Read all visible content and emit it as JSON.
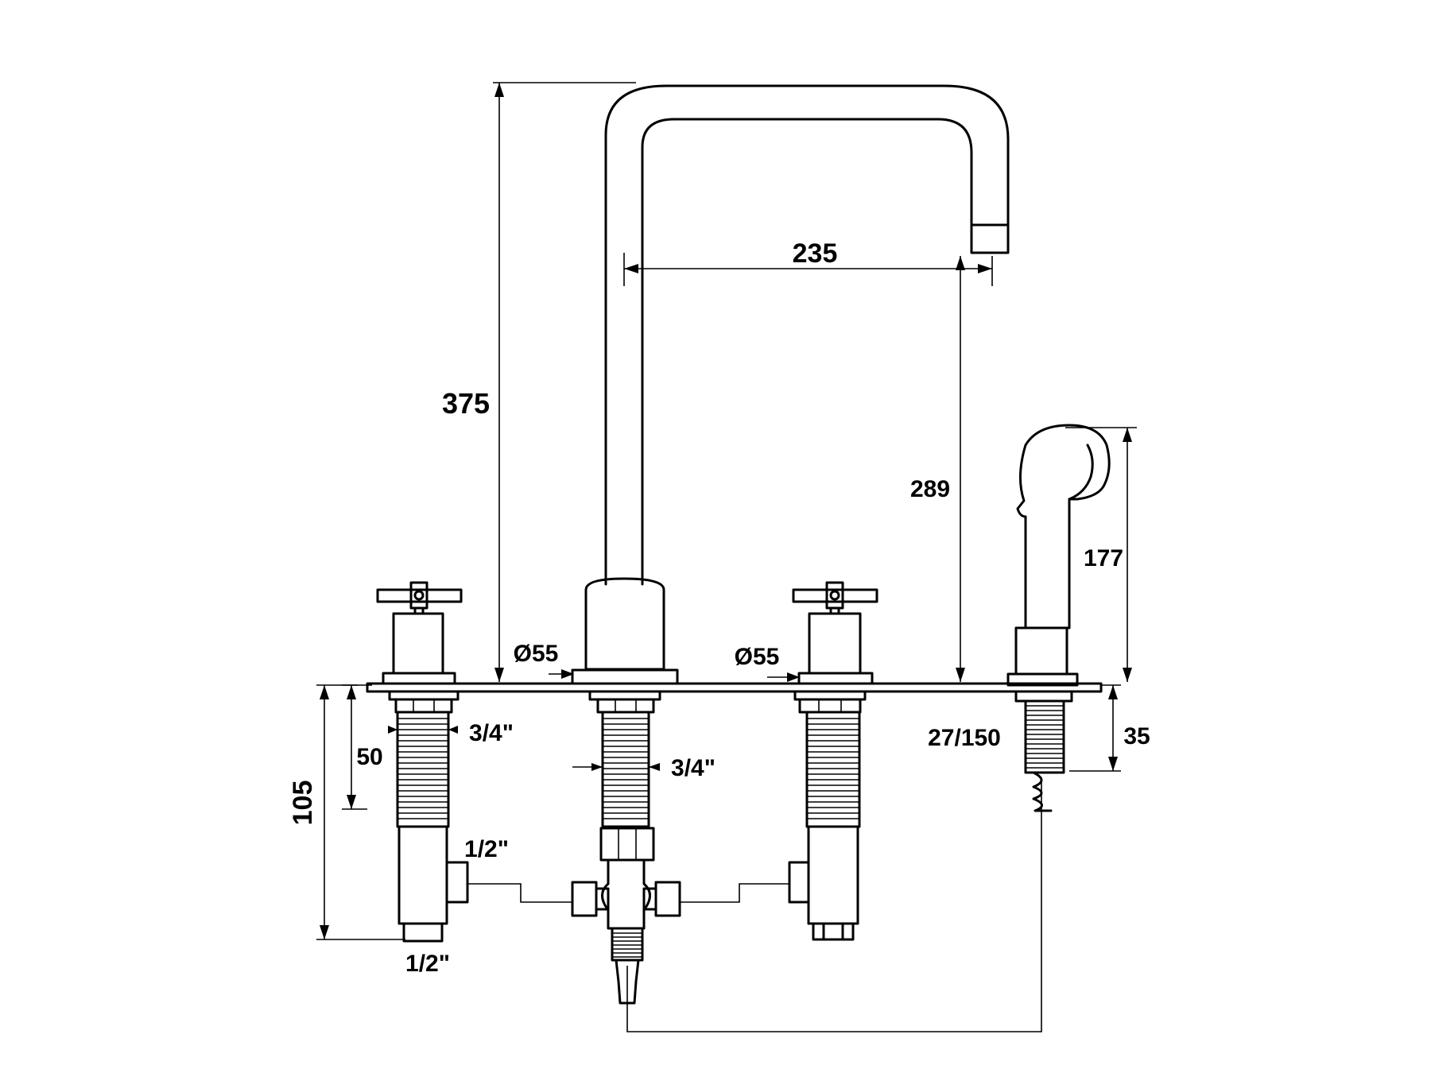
{
  "dimensions": {
    "total_height": "375",
    "spout_reach": "235",
    "spout_clearance": "289",
    "spray_height": "177",
    "spray_shank": "35",
    "spray_hole": "27/150",
    "deck_diam_left": "Ø55",
    "deck_diam_right": "Ø55",
    "shank_thread_left": "3/4\"",
    "shank_thread_center": "3/4\"",
    "shank_length": "50",
    "valve_depth": "105",
    "outlet_thread": "1/2\"",
    "inlet_thread": "1/2\""
  }
}
